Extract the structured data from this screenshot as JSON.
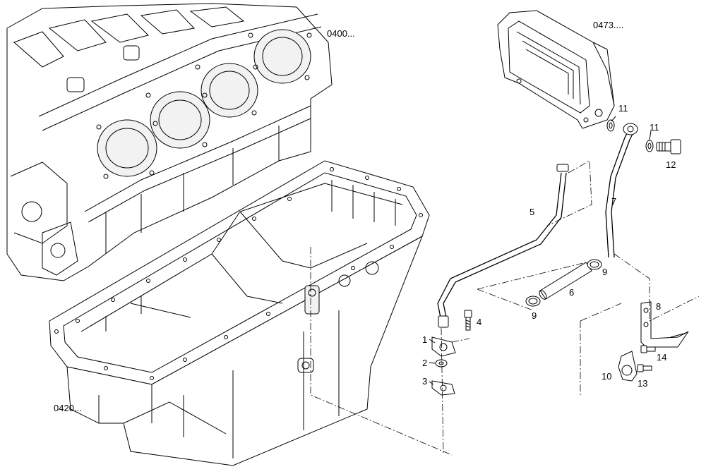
{
  "refs": {
    "engine_block": "0400...",
    "cooler": "0473....",
    "oil_pan": "0420..."
  },
  "callouts": {
    "c1": "1",
    "c2": "2",
    "c3": "3",
    "c4": "4",
    "c5": "5",
    "c6": "6",
    "c7": "7",
    "c8": "8",
    "c9a": "9",
    "c9b": "9",
    "c10": "10",
    "c11a": "11",
    "c11b": "11",
    "c12": "12",
    "c13": "13",
    "c14": "14"
  }
}
